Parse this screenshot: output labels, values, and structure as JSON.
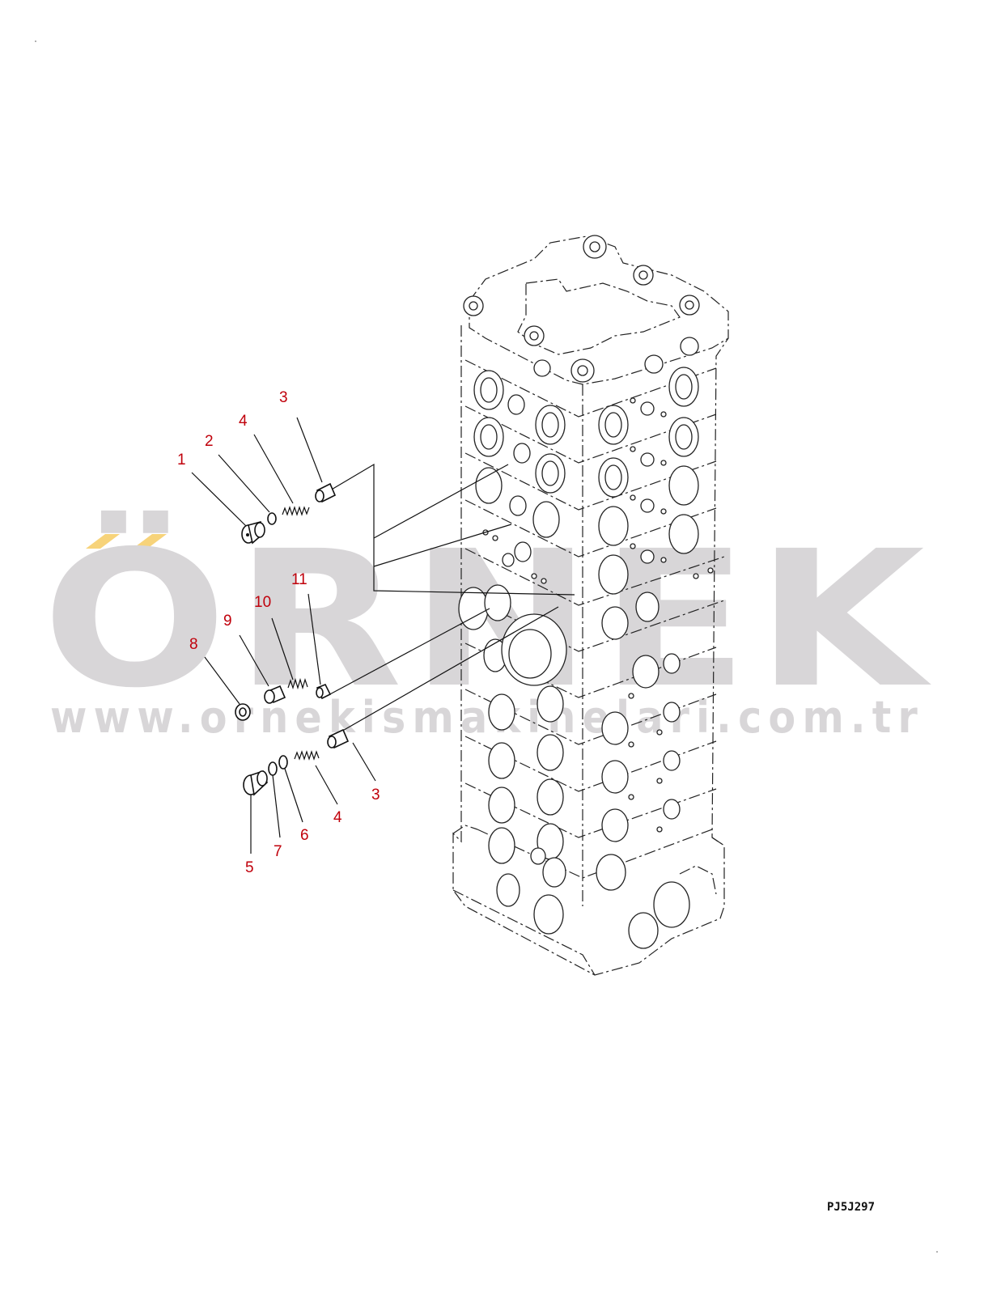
{
  "watermark": {
    "brand": "ÖRNEK",
    "url": "www.ornekismakinelari.com.tr",
    "accent_color": "#f7d37a",
    "text_color": "#d8d6d8"
  },
  "drawing_code": "PJ5J297",
  "callouts": [
    {
      "id": "c1-top",
      "text": "1"
    },
    {
      "id": "c2-top",
      "text": "2"
    },
    {
      "id": "c3-top",
      "text": "3"
    },
    {
      "id": "c4-top",
      "text": "4"
    },
    {
      "id": "c8",
      "text": "8"
    },
    {
      "id": "c9",
      "text": "9"
    },
    {
      "id": "c10",
      "text": "10"
    },
    {
      "id": "c11",
      "text": "11"
    },
    {
      "id": "c3-bottom",
      "text": "3"
    },
    {
      "id": "c4-bottom",
      "text": "4"
    },
    {
      "id": "c6",
      "text": "6"
    },
    {
      "id": "c7",
      "text": "7"
    },
    {
      "id": "c5",
      "text": "5"
    }
  ],
  "colors": {
    "callout": "#c0000b",
    "line": "#111111"
  }
}
